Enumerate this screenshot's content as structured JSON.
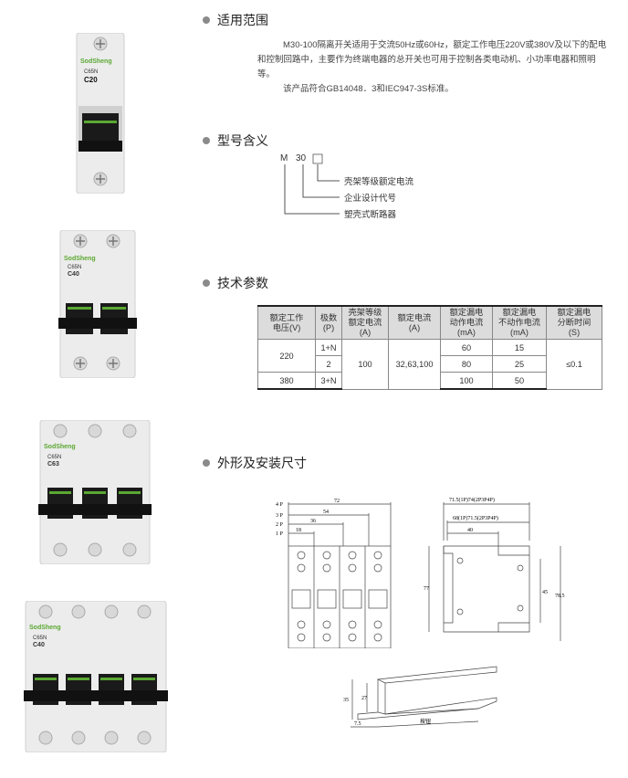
{
  "sections": {
    "scope": {
      "title": "适用范围"
    },
    "model": {
      "title": "型号含义"
    },
    "tech": {
      "title": "技术参数"
    },
    "dims": {
      "title": "外形及安装尺寸"
    }
  },
  "scope_text": {
    "p1": "M30-100隔离开关适用于交流50Hz或60Hz，额定工作电压220V或380V及以下的配电和控制回路中，主要作为终端电器的总开关也可用于控制各类电动机、小功率电器和照明等。",
    "p2": "该产品符合GB14048．3和IEC947-3S标准。"
  },
  "model_code": {
    "letter": "M",
    "number": "30",
    "box": "□",
    "labels": [
      "壳架等级额定电流",
      "企业设计代号",
      "塑壳式断路器"
    ]
  },
  "spec_table": {
    "headers": [
      "额定工作电压(V)",
      "极数(P)",
      "壳架等级额定电流(A)",
      "额定电流(A)",
      "额定漏电动作电流(mA)",
      "额定漏电不动作电流(mA)",
      "额定漏电分断时间(S)"
    ],
    "h": {
      "c1a": "额定工作",
      "c1b": "电压(V)",
      "c2a": "极数",
      "c2b": "(P)",
      "c3a": "壳架等级",
      "c3b": "额定电流",
      "c3c": "(A)",
      "c4a": "额定电流",
      "c4b": "(A)",
      "c5a": "额定漏电",
      "c5b": "动作电流",
      "c5c": "(mA)",
      "c6a": "额定漏电",
      "c6b": "不动作电流",
      "c6c": "(mA)",
      "c7a": "额定漏电",
      "c7b": "分断时间",
      "c7c": "(S)"
    },
    "rows": {
      "v220": "220",
      "v380": "380",
      "p1": "1+N",
      "p2": "2",
      "p3": "3+N",
      "frame": "100",
      "rated": "32,63,100",
      "op1": "60",
      "op2": "80",
      "op3": "100",
      "nop1": "15",
      "nop2": "25",
      "nop3": "50",
      "time": "≤0.1"
    }
  },
  "products": [
    {
      "brand": "SodSheng",
      "model": "C65N",
      "rating": "C20"
    },
    {
      "brand": "SodSheng",
      "model": "C65N",
      "rating": "C40"
    },
    {
      "brand": "SodSheng",
      "model": "C65N",
      "rating": "C63"
    },
    {
      "brand": "SodSheng",
      "model": "C65N",
      "rating": "C40"
    }
  ],
  "drawing_front": {
    "poles": [
      "4 P",
      "3 P",
      "2 P",
      "1 P"
    ],
    "widths": [
      "72",
      "54",
      "36",
      "18"
    ]
  },
  "drawing_side": {
    "top_dim": "71.5(1P)74(2P3P4P)",
    "second_dim": "68(1P)71.5(2P3P4P)",
    "dim_40": "40",
    "dim_77": "77",
    "dim_45": "45",
    "dim_785": "78.5"
  },
  "drawing_rail": {
    "dim_35": "35",
    "dim_27": "27",
    "dim_75": "7.5",
    "label": "按钮"
  },
  "colors": {
    "bullet": "#8a8a8a",
    "table_header": "#dcdcdc",
    "product_body": "#ececec",
    "lever": "#1a1a1a",
    "brand_green": "#5aa832"
  }
}
